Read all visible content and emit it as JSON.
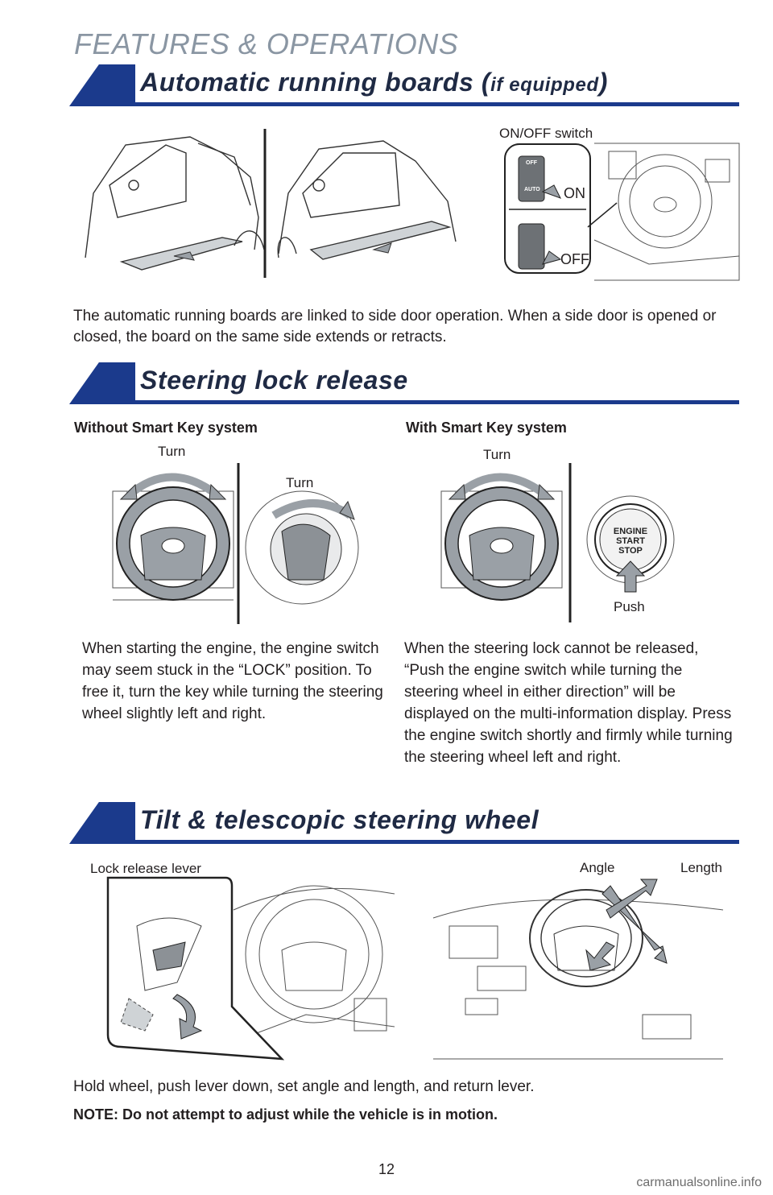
{
  "page": {
    "header": "FEATURES & OPERATIONS",
    "page_number": "12",
    "watermark": "carmanualsonline.info"
  },
  "running_boards": {
    "title": "Automatic running boards (",
    "title_small": "if equipped",
    "title_end": ")",
    "switch_label": "ON/OFF switch",
    "on_label": "ON",
    "off_label": "OFF",
    "switch_text_off": "OFF",
    "switch_text_auto": "AUTO",
    "description": "The automatic running boards are linked to side door operation. When a side door is opened or closed, the board on the same side extends or retracts."
  },
  "steering_lock": {
    "title": "Steering lock release",
    "left": {
      "heading": "Without Smart Key system",
      "turn_wheel": "Turn",
      "turn_key": "Turn",
      "text": "When starting the engine, the engine switch may seem stuck in the “LOCK” position. To free it, turn the key while turning the steering wheel slightly left and right."
    },
    "right": {
      "heading": "With Smart Key system",
      "turn_wheel": "Turn",
      "push": "Push",
      "button_line1": "ENGINE",
      "button_line2": "START",
      "button_line3": "STOP",
      "text": "When the steering lock cannot be released, “Push the engine switch while turning the steering wheel in either direction” will be displayed on the multi-information display. Press the engine switch shortly and firmly while turning the steering wheel left and right."
    }
  },
  "tilt": {
    "title": "Tilt & telescopic steering wheel",
    "lever_label": "Lock release lever",
    "angle_label": "Angle",
    "length_label": "Length",
    "instructions": "Hold wheel, push lever down, set angle and length, and return lever.",
    "note": "NOTE: Do not attempt to adjust while the vehicle is in motion."
  },
  "colors": {
    "brand_blue": "#1b3a8c",
    "header_gray": "#8a96a3",
    "arrow_gray": "#9aa0a6"
  }
}
